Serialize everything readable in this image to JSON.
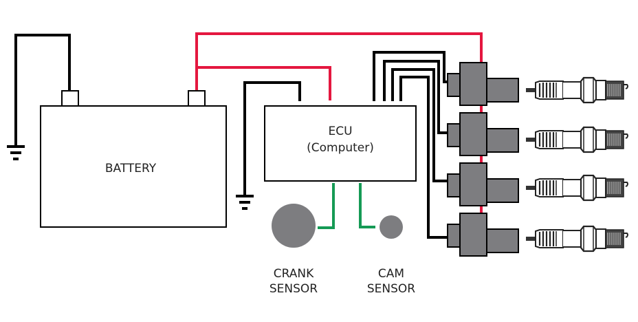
{
  "title": "Distributorless ignition system wiring diagram",
  "colors": {
    "ground_wire": "#000000",
    "power_wire": "#e4173f",
    "sensor_wire": "#159a55",
    "component_fill": "#7d7d80",
    "outline": "#000000"
  },
  "components": {
    "battery": {
      "label": "BATTERY"
    },
    "ecu": {
      "line1": "ECU",
      "line2": "(Computer)"
    },
    "crank_sensor": {
      "line1": "CRANK",
      "line2": "SENSOR"
    },
    "cam_sensor": {
      "line1": "CAM",
      "line2": "SENSOR"
    },
    "coils": [
      {
        "id": "coil-1"
      },
      {
        "id": "coil-2"
      },
      {
        "id": "coil-3"
      },
      {
        "id": "coil-4"
      }
    ],
    "spark_plugs": [
      {
        "id": "spark-plug-1"
      },
      {
        "id": "spark-plug-2"
      },
      {
        "id": "spark-plug-3"
      },
      {
        "id": "spark-plug-4"
      }
    ],
    "grounds": [
      {
        "id": "battery-ground"
      },
      {
        "id": "ecu-ground"
      }
    ]
  }
}
